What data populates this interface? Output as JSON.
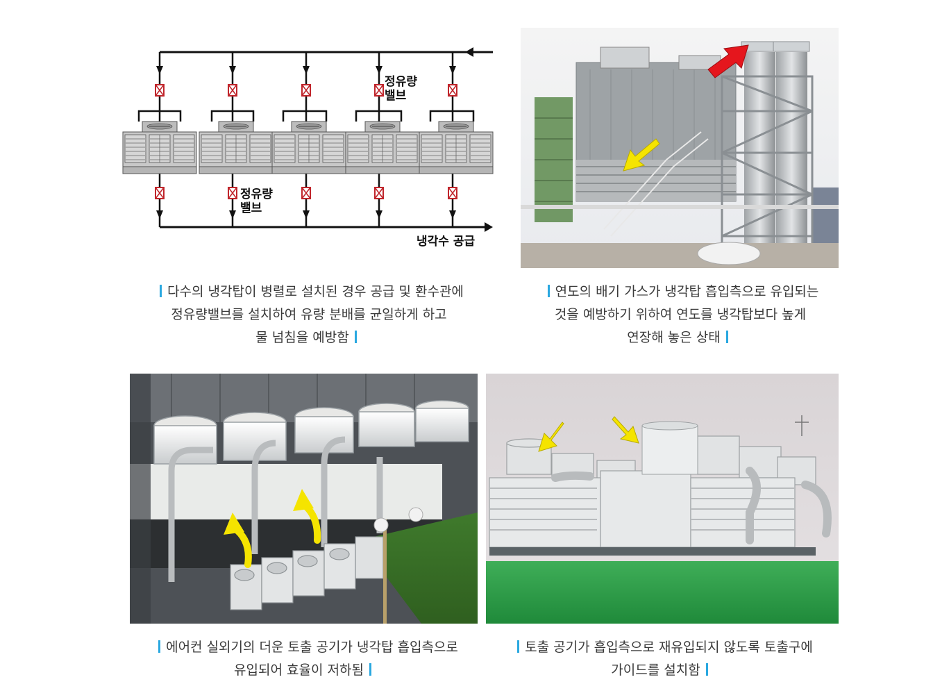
{
  "diagram": {
    "label_top_1": "정유량",
    "label_top_2": "밸브",
    "label_mid_1": "정유량",
    "label_mid_2": "밸브",
    "label_supply": "냉각수 공급"
  },
  "captions": {
    "top_left": [
      "다수의 냉각탑이 병렬로 설치된 경우 공급 및 환수관에",
      "정유량밸브를 설치하여 유량 분배를 균일하게 하고",
      "물 넘침을 예방함"
    ],
    "top_right": [
      "연도의 배기 가스가 냉각탑 흡입측으로 유입되는",
      "것을 예방하기 위하여 연도를 냉각탑보다 높게",
      "연장해 놓은 상태"
    ],
    "bottom_left": [
      "에어컨 실외기의 더운 토출 공기가 냉각탑 흡입측으로",
      "유입되어 효율이 저하됨"
    ],
    "bottom_right": [
      "토출 공기가 흡입측으로 재유입되지 않도록 토출구에",
      "가이드를 설치함"
    ]
  },
  "colors": {
    "accent_bar": "#2aa8e0",
    "valve_red": "#c0252b",
    "arrow_yellow": "#f5e400",
    "arrow_red": "#e5161d",
    "pipe": "#111111"
  },
  "icons": [
    "valve-icon",
    "yellow-arrow-icon",
    "red-arrow-icon"
  ]
}
